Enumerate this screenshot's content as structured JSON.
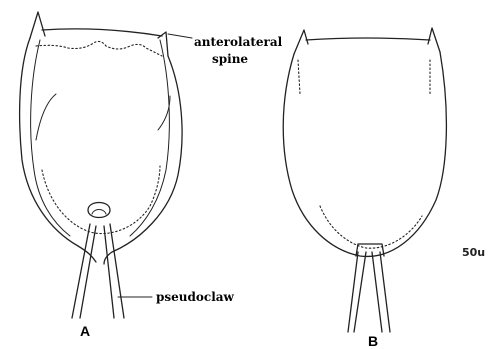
{
  "labels": {
    "anterolateral_spine_line1": "anterolateral",
    "anterolateral_spine_line2": "spine",
    "pseudoclaw": "pseudoclaw",
    "panel_a": "A",
    "panel_b": "B",
    "scale": "50u"
  }
}
